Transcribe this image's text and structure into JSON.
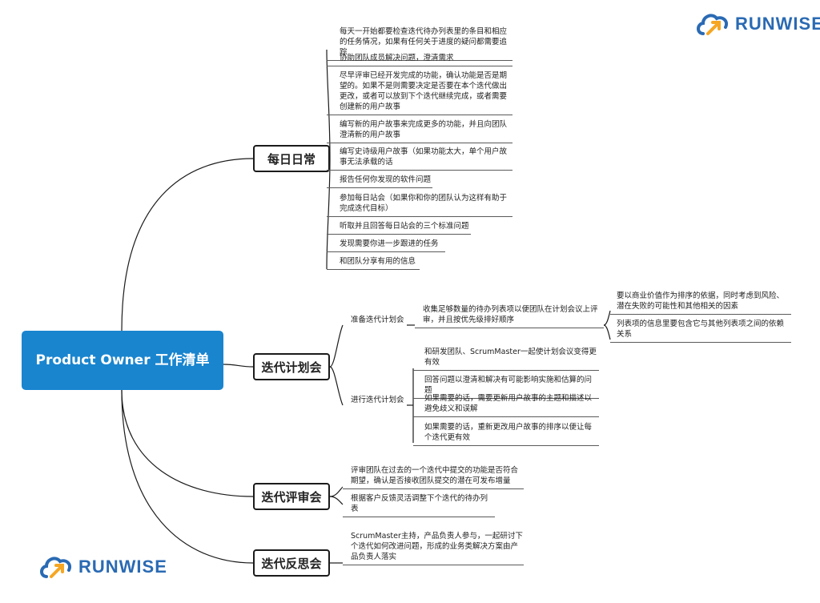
{
  "logo": {
    "text": "RUNWISE"
  },
  "root": {
    "label": "Product Owner 工作清单"
  },
  "branches": {
    "daily": {
      "label": "每日日常",
      "items": [
        "每天一开始都要检查迭代待办列表里的条目和相应的任务情况，如果有任何关于进度的疑问都需要追踪",
        "协助团队成员解决问题，澄清需求",
        "尽早评审已经开发完成的功能，确认功能是否是期望的。如果不是则需要决定是否要在本个迭代做出更改，或者可以放到下个迭代继续完成，或者需要创建新的用户故事",
        "编写新的用户故事来完成更多的功能，并且向团队澄清新的用户故事",
        "编写史诗级用户故事（如果功能太大，单个用户故事无法承载的话",
        "报告任何你发现的软件问题",
        "参加每日站会（如果你和你的团队认为这样有助于完成迭代目标）",
        "听取并且回答每日站会的三个标准问题",
        "发现需要你进一步跟进的任务",
        "和团队分享有用的信息"
      ]
    },
    "planning": {
      "label": "迭代计划会",
      "prepare": {
        "label": "准备迭代计划会",
        "item": "收集足够数量的待办列表项以便团队在计划会议上评审，并且按优先级排好顺序",
        "subitems": [
          "要以商业价值作为排序的依据，同时考虑到风险、潜在失败的可能性和其他相关的因素",
          "列表项的信息里要包含它与其他列表项之间的依赖关系"
        ]
      },
      "run": {
        "label": "进行迭代计划会",
        "items": [
          "和研发团队、ScrumMaster一起使计划会议变得更有效",
          "回答问题以澄清和解决有可能影响实施和估算的问题",
          "如果需要的话，需要更新用户故事的主题和描述以避免歧义和误解",
          "如果需要的话，重新更改用户故事的排序以便让每个迭代更有效"
        ]
      }
    },
    "review": {
      "label": "迭代评审会",
      "items": [
        "评审团队在过去的一个迭代中提交的功能是否符合期望，确认是否接收团队提交的潜在可发布增量",
        "根据客户反馈灵活调整下个迭代的待办列表"
      ]
    },
    "retro": {
      "label": "迭代反思会",
      "items": [
        "ScrumMaster主持，产品负责人参与，一起研讨下个迭代如何改进问题，形成的业务类解决方案由产品负责人落实"
      ]
    }
  },
  "colors": {
    "root_fill": "#1985cf",
    "line": "#1b1b1b",
    "logo_blue": "#2a6ab3",
    "logo_orange": "#f5a623"
  }
}
